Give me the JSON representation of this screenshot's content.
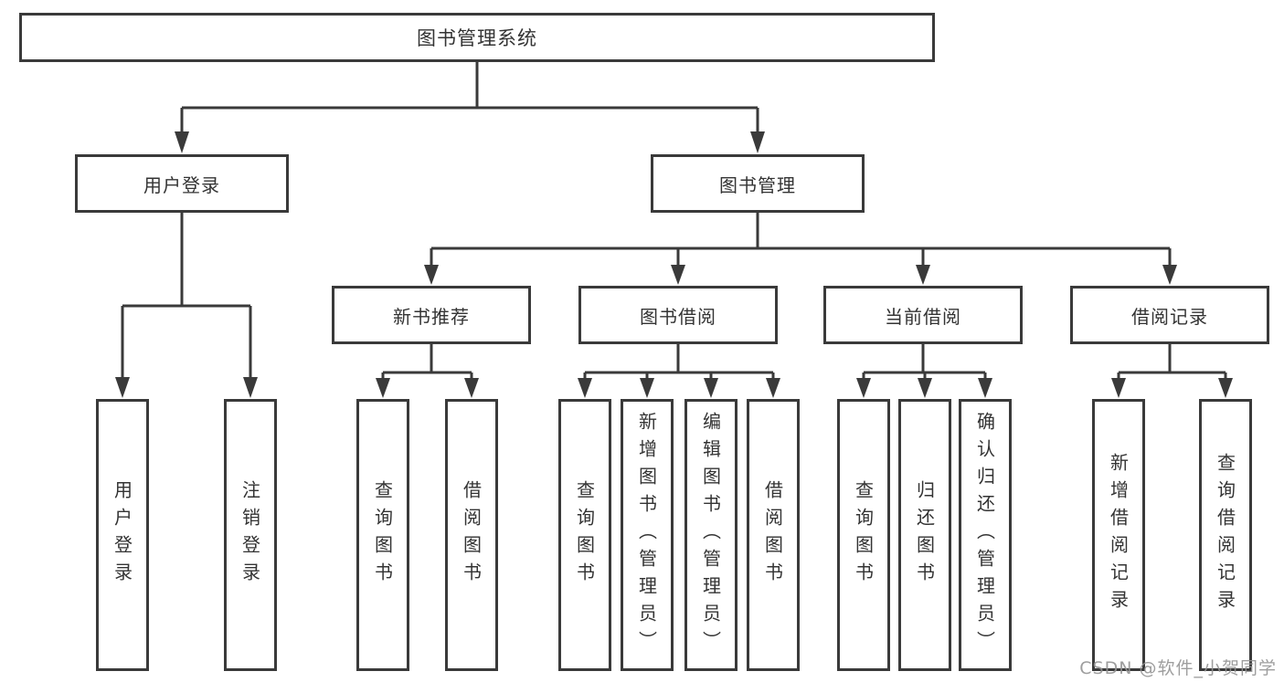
{
  "diagram": {
    "root": {
      "label": "图书管理系统"
    },
    "level2": {
      "login": {
        "label": "用户登录"
      },
      "mgmt": {
        "label": "图书管理"
      }
    },
    "level3": {
      "recommend": {
        "label": "新书推荐"
      },
      "borrow": {
        "label": "图书借阅"
      },
      "current": {
        "label": "当前借阅"
      },
      "records": {
        "label": "借阅记录"
      }
    },
    "leaves": {
      "login": [
        "用户登录",
        "注销登录"
      ],
      "recommend": [
        "查询图书",
        "借阅图书"
      ],
      "borrow": [
        "查询图书",
        "新增图书（管理员）",
        "编辑图书（管理员）",
        "借阅图书"
      ],
      "current": [
        "查询图书",
        "归还图书",
        "确认归还（管理员）"
      ],
      "records": [
        "新增借阅记录",
        "查询借阅记录"
      ]
    }
  },
  "watermark": {
    "text": "CSDN @软件_小贺同学"
  },
  "colors": {
    "line": "#3a3a3a",
    "text": "#333333",
    "background": "#ffffff",
    "watermark": "#949494"
  }
}
